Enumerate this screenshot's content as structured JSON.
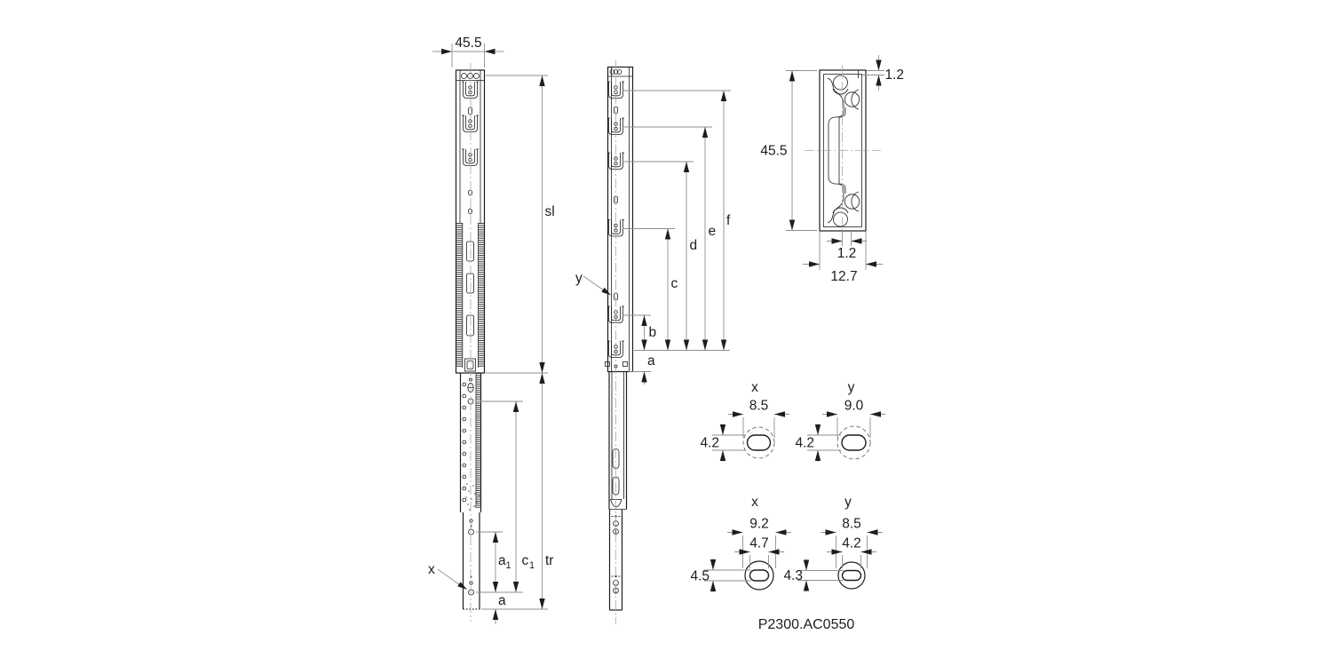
{
  "part_number": "P2300.AC0550",
  "left_view": {
    "width": "45.5",
    "sl": "sl",
    "tr": "tr",
    "a1_base": "a",
    "a1_sub": "1",
    "c1_base": "c",
    "c1_sub": "1",
    "a": "a",
    "x_label": "x"
  },
  "middle_view": {
    "a": "a",
    "b": "b",
    "c": "c",
    "d": "d",
    "e": "e",
    "f": "f",
    "y_label": "y"
  },
  "section_view": {
    "height": "45.5",
    "lip_thickness": "1.2",
    "web_thickness": "1.2",
    "width": "12.7"
  },
  "hole_details": {
    "top_x": {
      "label": "x",
      "width": "8.5",
      "height": "4.2"
    },
    "top_y": {
      "label": "y",
      "width": "9.0",
      "height": "4.2"
    },
    "bottom_x": {
      "label": "x",
      "outer_width": "9.2",
      "slot_width": "4.7",
      "height": "4.5"
    },
    "bottom_y": {
      "label": "y",
      "outer_width": "8.5",
      "slot_width": "4.2",
      "height": "4.3"
    }
  }
}
